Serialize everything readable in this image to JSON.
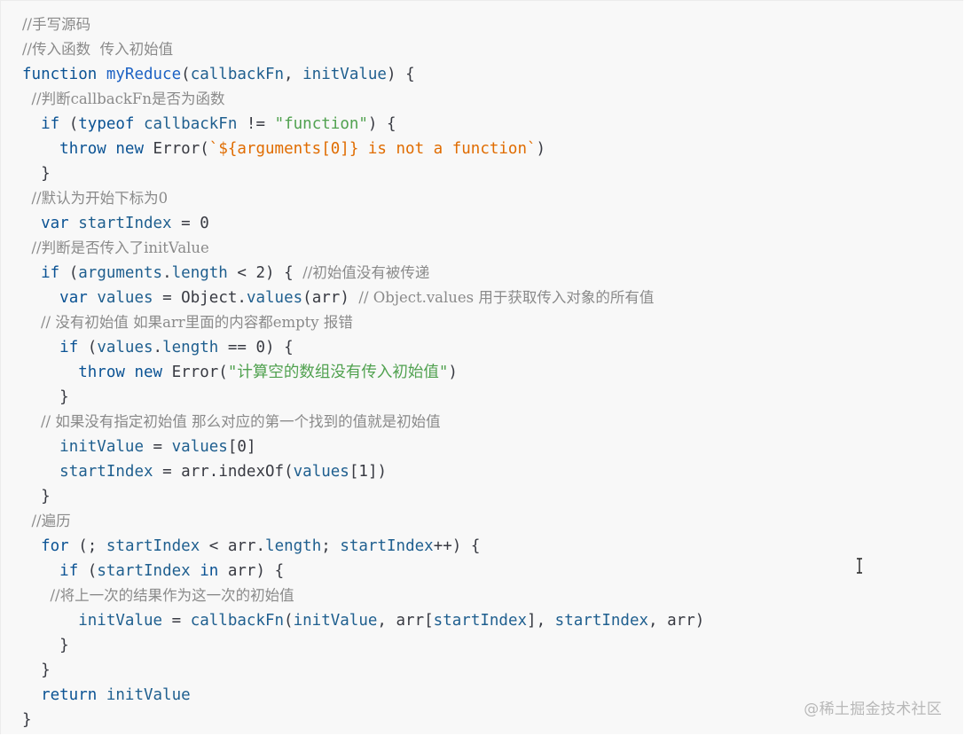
{
  "code_block": {
    "language": "javascript",
    "lines": [
      "//手写源码",
      "//传入函数  传入初始值",
      "function myReduce(callbackFn, initValue) {",
      "  //判断callbackFn是否为函数",
      "  if (typeof callbackFn != \"function\") {",
      "    throw new Error(`${arguments[0]} is not a function`)",
      "  }",
      "  //默认为开始下标为0",
      "  var startIndex = 0",
      "  //判断是否传入了initValue",
      "  if (arguments.length < 2) { //初始值没有被传递",
      "    var values = Object.values(arr) // Object.values 用于获取传入对象的所有值",
      "    // 没有初始值 如果arr里面的内容都empty 报错",
      "    if (values.length == 0) {",
      "      throw new Error(\"计算空的数组没有传入初始值\")",
      "    }",
      "    // 如果没有指定初始值 那么对应的第一个找到的值就是初始值",
      "    initValue = values[0]",
      "    startIndex = arr.indexOf(values[1])",
      "  }",
      "  //遍历",
      "  for (; startIndex < arr.length; startIndex++) {",
      "    if (startIndex in arr) {",
      "      //将上一次的结果作为这一次的初始值",
      "      initValue = callbackFn(initValue, arr[startIndex], startIndex, arr)",
      "    }",
      "  }",
      "  return initValue",
      "}"
    ]
  },
  "watermark": "@稀土掘金技术社区",
  "colors": {
    "background": "#f8f8f8",
    "keyword": "#0b5394",
    "comment": "#8a8a8a",
    "string": "#50a14f",
    "template_string": "#e06c00"
  },
  "icons": {
    "cursor": "text-cursor-icon"
  }
}
